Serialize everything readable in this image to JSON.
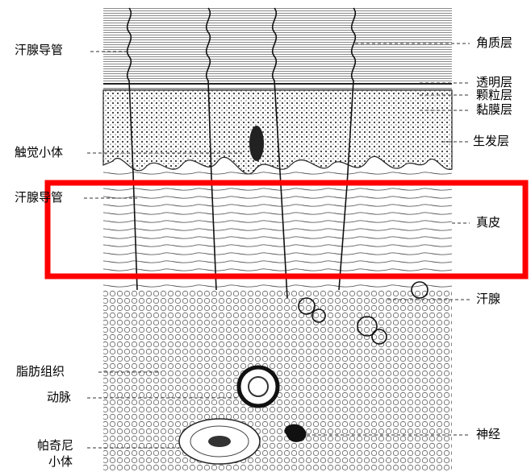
{
  "labels": {
    "left": {
      "sweat_duct_top": "汗腺导管",
      "tactile_corpuscle": "触觉小体",
      "sweat_duct_mid": "汗腺导管",
      "adipose_tissue": "脂肪组织",
      "artery": "动脉",
      "pacinian_line1": "帕奇尼",
      "pacinian_line2": "小体"
    },
    "right": {
      "stratum_corneum": "角质层",
      "stratum_lucidum": "透明层",
      "stratum_granulosum": "颗粒层",
      "stratum_spinosum": "黏膜层",
      "stratum_basale": "生发层",
      "dermis": "真皮",
      "sweat_gland": "汗腺",
      "nerve": "神经"
    }
  },
  "colors": {
    "highlight": "#ff0000",
    "ink": "#000000",
    "paper": "#ffffff"
  }
}
